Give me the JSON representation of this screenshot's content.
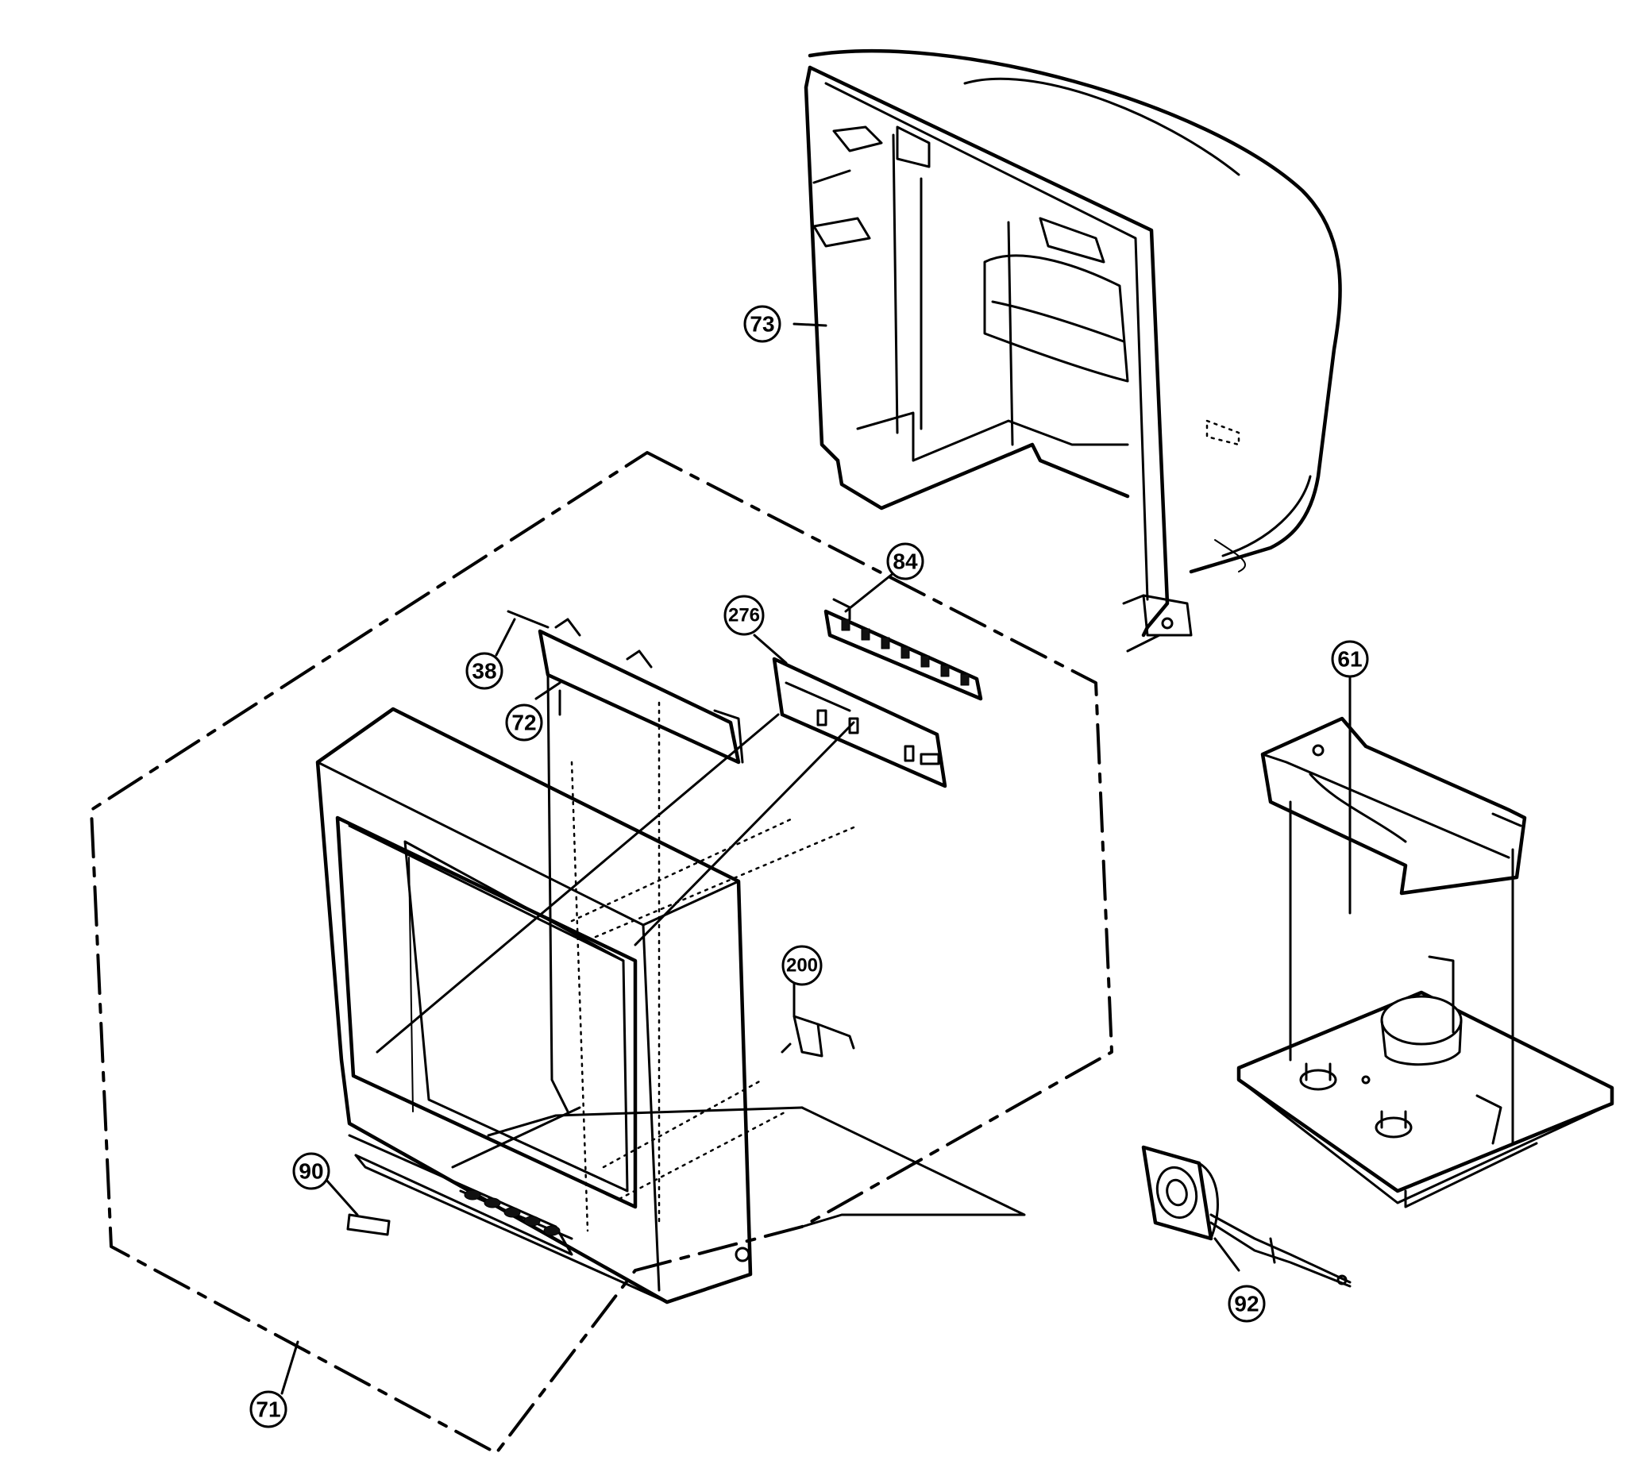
{
  "callouts": [
    {
      "id": "73",
      "label": "73"
    },
    {
      "id": "84",
      "label": "84"
    },
    {
      "id": "276",
      "label": "276"
    },
    {
      "id": "38",
      "label": "38"
    },
    {
      "id": "72",
      "label": "72"
    },
    {
      "id": "61",
      "label": "61"
    },
    {
      "id": "200",
      "label": "200"
    },
    {
      "id": "90",
      "label": "90"
    },
    {
      "id": "92",
      "label": "92"
    },
    {
      "id": "71",
      "label": "71"
    }
  ]
}
